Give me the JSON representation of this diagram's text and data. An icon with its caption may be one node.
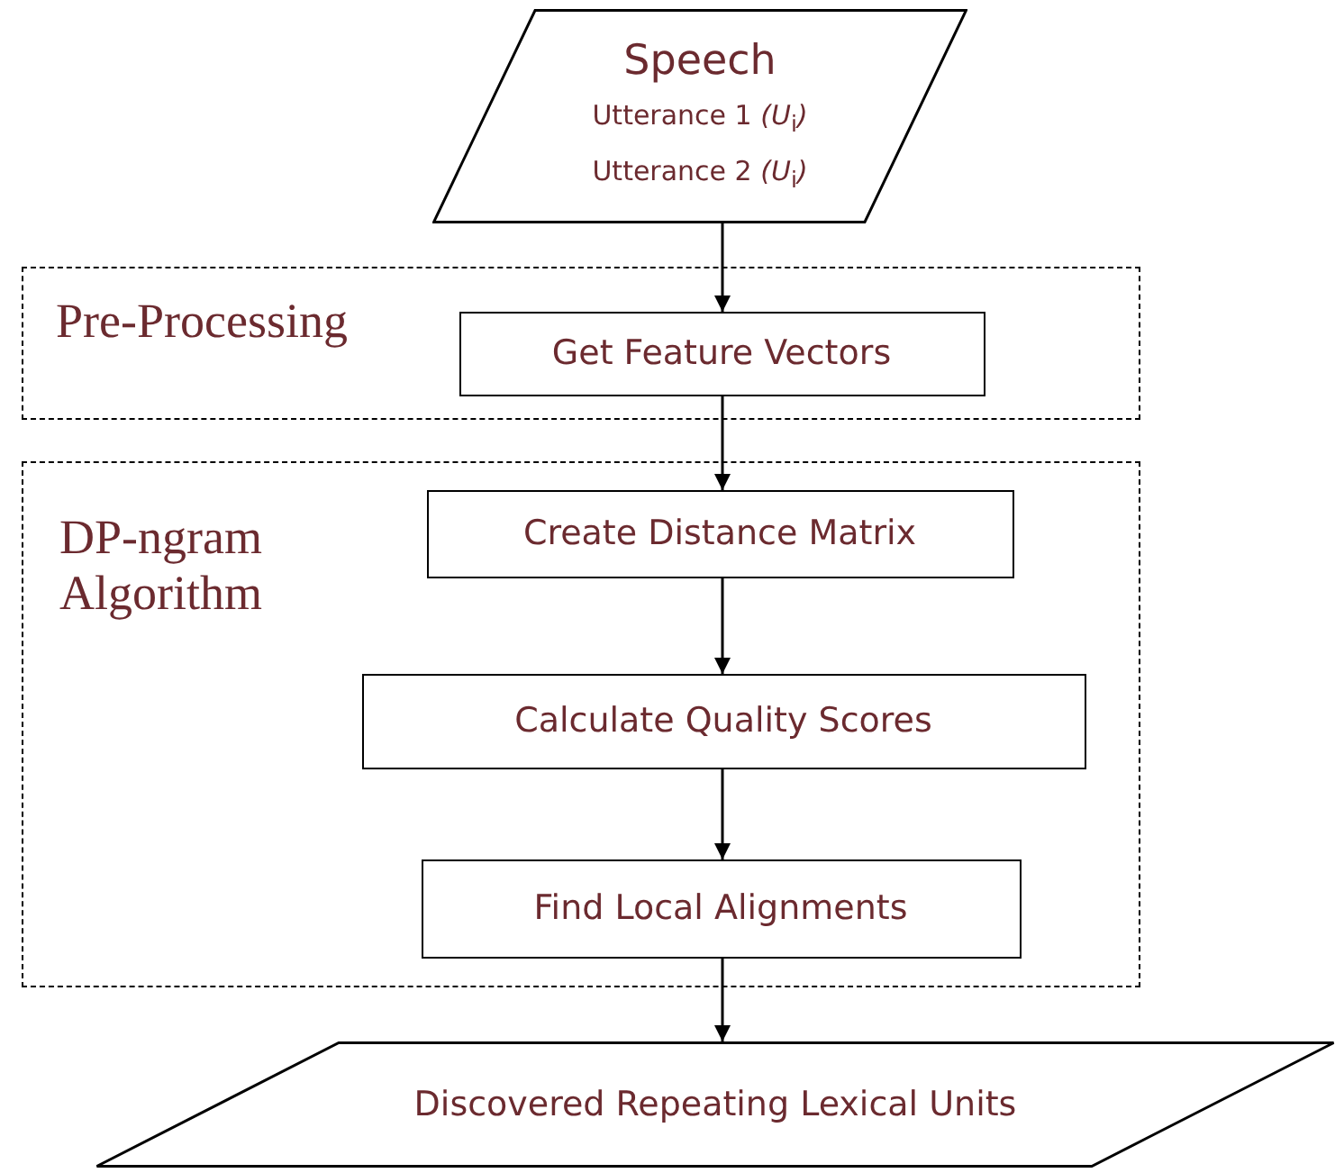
{
  "diagram": {
    "nodes": [
      {
        "text": [
          "Speech",
          "Utterance 1 *(U*$_{i}$*)*",
          "Utterance 2 *(U*$_{i}$*)*"
        ]
      },
      {
        "text": [
          "Pre-Processing"
        ]
      },
      {
        "text": [
          "Get Feature Vectors"
        ],
        "in": 1
      },
      {
        "text": [
          "DP-ngram Algorithm"
        ]
      },
      {
        "text": [
          "Create Distance Matrix"
        ],
        "in": 3
      },
      {
        "text": [
          "Calculate Quality Scores"
        ],
        "in": 3
      },
      {
        "text": [
          "Find Local Alignments"
        ],
        "in": 3
      },
      {
        "text": [
          "Discovered Repeating Lexical Units"
        ]
      }
    ],
    "edges": [
      {
        "from": 0,
        "to": 2,
        "arrow": "to"
      },
      {
        "from": 2,
        "to": 4,
        "arrow": "to"
      },
      {
        "from": 4,
        "to": 5,
        "arrow": "to"
      },
      {
        "from": 5,
        "to": 6,
        "arrow": "to"
      },
      {
        "from": 6,
        "to": 7,
        "arrow": "to"
      }
    ]
  }
}
